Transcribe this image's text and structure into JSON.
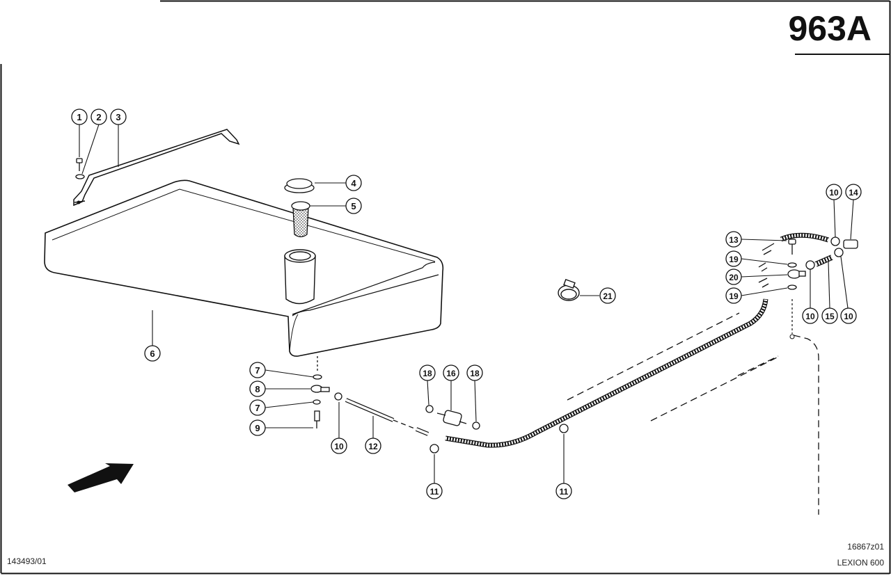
{
  "header": {
    "page_number": "963A"
  },
  "footer": {
    "doc_code": "143493/01",
    "drawing_ref": "16867z01",
    "model": "LEXION 600"
  },
  "callouts": [
    {
      "id": "c1",
      "label": "1"
    },
    {
      "id": "c2",
      "label": "2"
    },
    {
      "id": "c3",
      "label": "3"
    },
    {
      "id": "c4",
      "label": "4"
    },
    {
      "id": "c5",
      "label": "5"
    },
    {
      "id": "c6",
      "label": "6"
    },
    {
      "id": "c7a",
      "label": "7"
    },
    {
      "id": "c8",
      "label": "8"
    },
    {
      "id": "c7b",
      "label": "7"
    },
    {
      "id": "c9",
      "label": "9"
    },
    {
      "id": "c10a",
      "label": "10"
    },
    {
      "id": "c12",
      "label": "12"
    },
    {
      "id": "c11a",
      "label": "11"
    },
    {
      "id": "c18a",
      "label": "18"
    },
    {
      "id": "c16",
      "label": "16"
    },
    {
      "id": "c18b",
      "label": "18"
    },
    {
      "id": "c11b",
      "label": "11"
    },
    {
      "id": "c21",
      "label": "21"
    },
    {
      "id": "c13",
      "label": "13"
    },
    {
      "id": "c19a",
      "label": "19"
    },
    {
      "id": "c20",
      "label": "20"
    },
    {
      "id": "c19b",
      "label": "19"
    },
    {
      "id": "c10b",
      "label": "10"
    },
    {
      "id": "c14",
      "label": "14"
    },
    {
      "id": "c10c",
      "label": "10"
    },
    {
      "id": "c15",
      "label": "15"
    },
    {
      "id": "c10d",
      "label": "10"
    }
  ]
}
